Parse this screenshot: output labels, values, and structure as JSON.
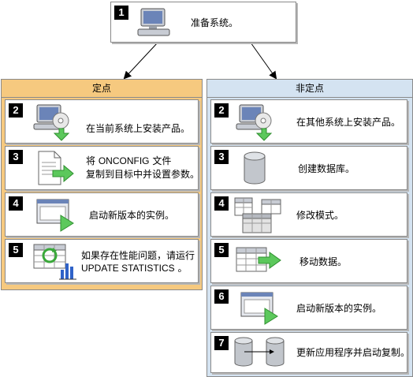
{
  "top_step": {
    "number": "1",
    "label": "准备系统。"
  },
  "left_panel": {
    "title": "定点",
    "steps": [
      {
        "number": "2",
        "label": "在当前系统上安装产品。"
      },
      {
        "number": "3",
        "line1_prefix": "将 ",
        "line1_code": "ONCONFIG",
        "line1_suffix": " 文件",
        "line2": "复制到目标中并设置参数。"
      },
      {
        "number": "4",
        "label": "启动新版本的实例。"
      },
      {
        "number": "5",
        "line1": "如果存在性能问题，请运行",
        "line2_code": "UPDATE STATISTICS",
        "line2_suffix": " 。"
      }
    ]
  },
  "right_panel": {
    "title": "非定点",
    "steps": [
      {
        "number": "2",
        "label": "在其他系统上安装产品。"
      },
      {
        "number": "3",
        "label": "创建数据库。"
      },
      {
        "number": "4",
        "label": "修改模式。"
      },
      {
        "number": "5",
        "label": "移动数据。"
      },
      {
        "number": "6",
        "label": "启动新版本的实例。"
      },
      {
        "number": "7",
        "label": "更新应用程序并启动复制。"
      }
    ]
  },
  "icons": {
    "computer": "computer-icon",
    "install": "computer-with-disc-icon",
    "config_file": "document-with-arrow-icon",
    "start_instance": "window-with-play-icon",
    "statistics": "table-with-refresh-and-bar-chart-icon",
    "database": "database-cylinder-icon",
    "modify_schema": "tables-schema-icon",
    "move_data": "table-with-arrow-icon",
    "replication": "two-databases-arrow-icon"
  },
  "colors": {
    "left_panel_bg": "#f6c97f",
    "right_panel_bg": "#d4e3f1",
    "arrow_green": "#5cc85c",
    "badge": "#000000"
  }
}
